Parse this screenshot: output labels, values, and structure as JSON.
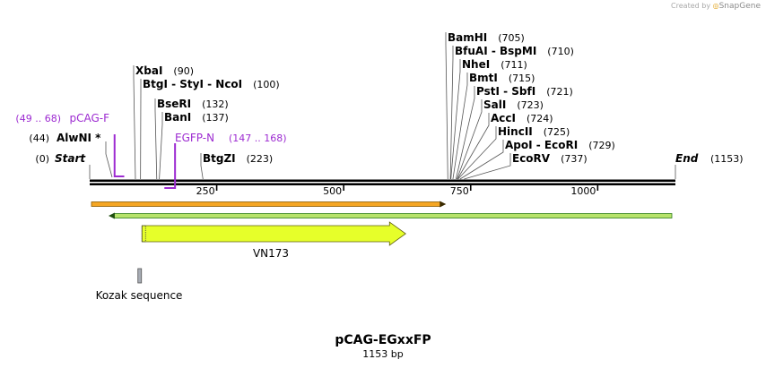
{
  "credit": {
    "prefix": "Created by",
    "brand": "SnapGene"
  },
  "plasmid": {
    "name": "pCAG-EGxxFP",
    "length_label": "1153 bp",
    "length": 1153
  },
  "ruler": {
    "ticks": [
      250,
      500,
      750,
      1000
    ]
  },
  "sites": [
    {
      "name": "Start",
      "pos": 0,
      "label": "(0)",
      "style": "italic-end"
    },
    {
      "name": "AlwNI *",
      "pos": 44,
      "label": "(44)",
      "style": "left-label"
    },
    {
      "name": "XbaI",
      "pos": 90,
      "label": "(90)"
    },
    {
      "name": "BtgI  -  StyI  -  NcoI",
      "pos": 100,
      "label": "(100)"
    },
    {
      "name": "BseRI",
      "pos": 132,
      "label": "(132)"
    },
    {
      "name": "BanI",
      "pos": 137,
      "label": "(137)"
    },
    {
      "name": "BtgZI",
      "pos": 223,
      "label": "(223)"
    },
    {
      "name": "BamHI",
      "pos": 705,
      "label": "(705)"
    },
    {
      "name": "BfuAI  -  BspMI",
      "pos": 710,
      "label": "(710)"
    },
    {
      "name": "NheI",
      "pos": 711,
      "label": "(711)"
    },
    {
      "name": "BmtI",
      "pos": 715,
      "label": "(715)"
    },
    {
      "name": "PstI  -  SbfI",
      "pos": 721,
      "label": "(721)"
    },
    {
      "name": "SalI",
      "pos": 723,
      "label": "(723)"
    },
    {
      "name": "AccI",
      "pos": 724,
      "label": "(724)"
    },
    {
      "name": "HincII",
      "pos": 725,
      "label": "(725)"
    },
    {
      "name": "ApoI  -  EcoRI",
      "pos": 729,
      "label": "(729)"
    },
    {
      "name": "EcoRV",
      "pos": 737,
      "label": "(737)"
    },
    {
      "name": "End",
      "pos": 1153,
      "label": "(1153)",
      "style": "italic-end"
    }
  ],
  "primers": [
    {
      "name": "pCAG-F",
      "range": "(49 .. 68)",
      "start": 49,
      "end": 68,
      "direction": "forward"
    },
    {
      "name": "EGFP-N",
      "range": "(147 .. 168)",
      "start": 147,
      "end": 168,
      "direction": "reverse"
    }
  ],
  "features": [
    {
      "name": "",
      "start": 0,
      "end": 705,
      "direction": "forward",
      "color": "#f5a623",
      "border": "#8a5a00"
    },
    {
      "name": "",
      "start": 37,
      "end": 1153,
      "direction": "reverse",
      "color": "#b7e36a",
      "border": "#2e7d1a"
    },
    {
      "name": "VN173",
      "start": 102,
      "end": 622,
      "direction": "forward",
      "color": "#e6ff2a",
      "border": "#606010"
    },
    {
      "name": "Kozak sequence",
      "start": 94,
      "end": 102,
      "direction": "none",
      "color": "#a8adb5",
      "border": "#555"
    }
  ]
}
